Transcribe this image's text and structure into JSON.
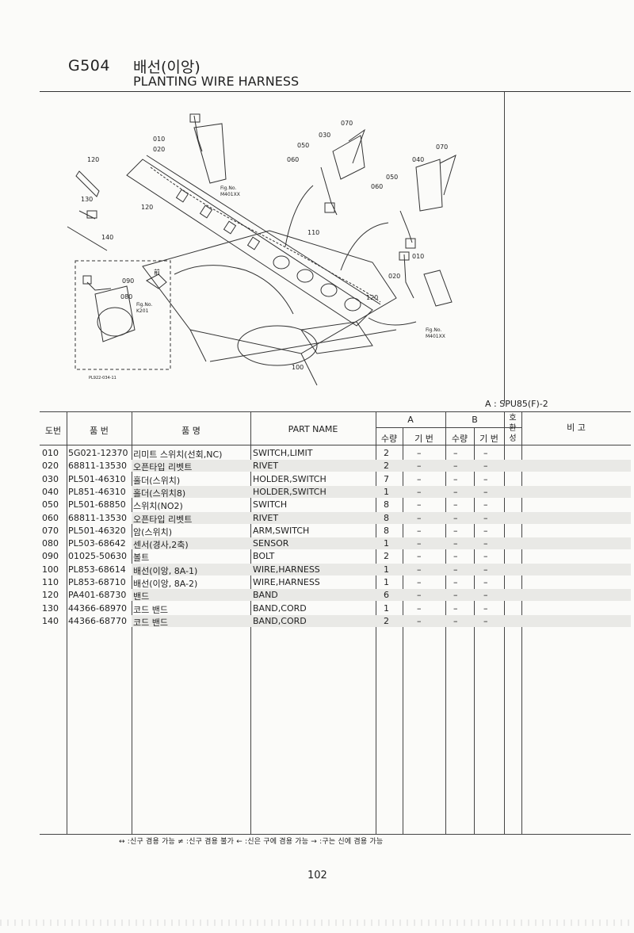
{
  "page": {
    "code": "G504",
    "title_ko": "배선(이앙)",
    "title_en": "PLANTING WIRE HARNESS",
    "model_note": "A : SPU85(F)-2",
    "page_number": "102",
    "legend": "↔ :신구 겸용 가능   ≠ :신구 겸용 불가   ← :신은 구에 겸용 가능   → :구는 신에 겸용 가능"
  },
  "diagram": {
    "labels": {
      "l010a": "010",
      "l020a": "020",
      "l030": "030",
      "l050a": "050",
      "l060a": "060",
      "l070a": "070",
      "l070b": "070",
      "l040": "040",
      "l050b": "050",
      "l060b": "060",
      "l120a": "120",
      "l130": "130",
      "l120b": "120",
      "l140": "140",
      "l110": "110",
      "l090": "090",
      "l080": "080",
      "l010b": "010",
      "l020b": "020",
      "l120c": "120",
      "l100": "100",
      "front": "前"
    },
    "figrefs": {
      "fig1a": "Fig.No.",
      "fig1b": "M401XX",
      "fig2a": "Fig.No.",
      "fig2b": "K201",
      "fig3a": "Fig.No.",
      "fig3b": "M401XX"
    },
    "drawing_code": "PL922-034-11"
  },
  "table": {
    "headers": {
      "no": "도번",
      "part_no": "품  번",
      "name_ko": "품    명",
      "part_name": "PART NAME",
      "a": "A",
      "b": "B",
      "qty": "수량",
      "serial": "기 번",
      "qty_b": "수량",
      "serial_b": "기 번",
      "compat": "호환성",
      "remarks": "비  고"
    },
    "rows": [
      {
        "no": "010",
        "part_no": "5G021-12370",
        "name_ko": "리미트 스위치(선회,NC)",
        "part_name": "SWITCH,LIMIT",
        "qty_a": "2",
        "serial_a": "–",
        "qty_b": "–",
        "serial_b": "–"
      },
      {
        "no": "020",
        "part_no": "68811-13530",
        "name_ko": "오픈타입 리벳트",
        "part_name": "RIVET",
        "qty_a": "2",
        "serial_a": "–",
        "qty_b": "–",
        "serial_b": "–"
      },
      {
        "no": "030",
        "part_no": "PL501-46310",
        "name_ko": "홀더(스위치)",
        "part_name": "HOLDER,SWITCH",
        "qty_a": "7",
        "serial_a": "–",
        "qty_b": "–",
        "serial_b": "–"
      },
      {
        "no": "040",
        "part_no": "PL851-46310",
        "name_ko": "홀더(스위치8)",
        "part_name": "HOLDER,SWITCH",
        "qty_a": "1",
        "serial_a": "–",
        "qty_b": "–",
        "serial_b": "–"
      },
      {
        "no": "050",
        "part_no": "PL501-68850",
        "name_ko": "스위치(NO2)",
        "part_name": "SWITCH",
        "qty_a": "8",
        "serial_a": "–",
        "qty_b": "–",
        "serial_b": "–"
      },
      {
        "no": "060",
        "part_no": "68811-13530",
        "name_ko": "오픈타입 리벳트",
        "part_name": "RIVET",
        "qty_a": "8",
        "serial_a": "–",
        "qty_b": "–",
        "serial_b": "–"
      },
      {
        "no": "070",
        "part_no": "PL501-46320",
        "name_ko": "암(스위치)",
        "part_name": "ARM,SWITCH",
        "qty_a": "8",
        "serial_a": "–",
        "qty_b": "–",
        "serial_b": "–"
      },
      {
        "no": "080",
        "part_no": "PL503-68642",
        "name_ko": "센서(경사,2축)",
        "part_name": "SENSOR",
        "qty_a": "1",
        "serial_a": "–",
        "qty_b": "–",
        "serial_b": "–"
      },
      {
        "no": "090",
        "part_no": "01025-50630",
        "name_ko": "볼트",
        "part_name": "BOLT",
        "qty_a": "2",
        "serial_a": "–",
        "qty_b": "–",
        "serial_b": "–"
      },
      {
        "no": "100",
        "part_no": "PL853-68614",
        "name_ko": "배선(이앙, 8A-1)",
        "part_name": "WIRE,HARNESS",
        "qty_a": "1",
        "serial_a": "–",
        "qty_b": "–",
        "serial_b": "–"
      },
      {
        "no": "110",
        "part_no": "PL853-68710",
        "name_ko": "배선(이앙, 8A-2)",
        "part_name": "WIRE,HARNESS",
        "qty_a": "1",
        "serial_a": "–",
        "qty_b": "–",
        "serial_b": "–"
      },
      {
        "no": "120",
        "part_no": "PA401-68730",
        "name_ko": "밴드",
        "part_name": "BAND",
        "qty_a": "6",
        "serial_a": "–",
        "qty_b": "–",
        "serial_b": "–"
      },
      {
        "no": "130",
        "part_no": "44366-68970",
        "name_ko": "코드 밴드",
        "part_name": "BAND,CORD",
        "qty_a": "1",
        "serial_a": "–",
        "qty_b": "–",
        "serial_b": "–"
      },
      {
        "no": "140",
        "part_no": "44366-68770",
        "name_ko": "코드 밴드",
        "part_name": "BAND,CORD",
        "qty_a": "2",
        "serial_a": "–",
        "qty_b": "–",
        "serial_b": "–"
      }
    ]
  },
  "colors": {
    "ink": "#222222",
    "paper": "#fbfbf9",
    "shade": "#e9e9e6"
  }
}
